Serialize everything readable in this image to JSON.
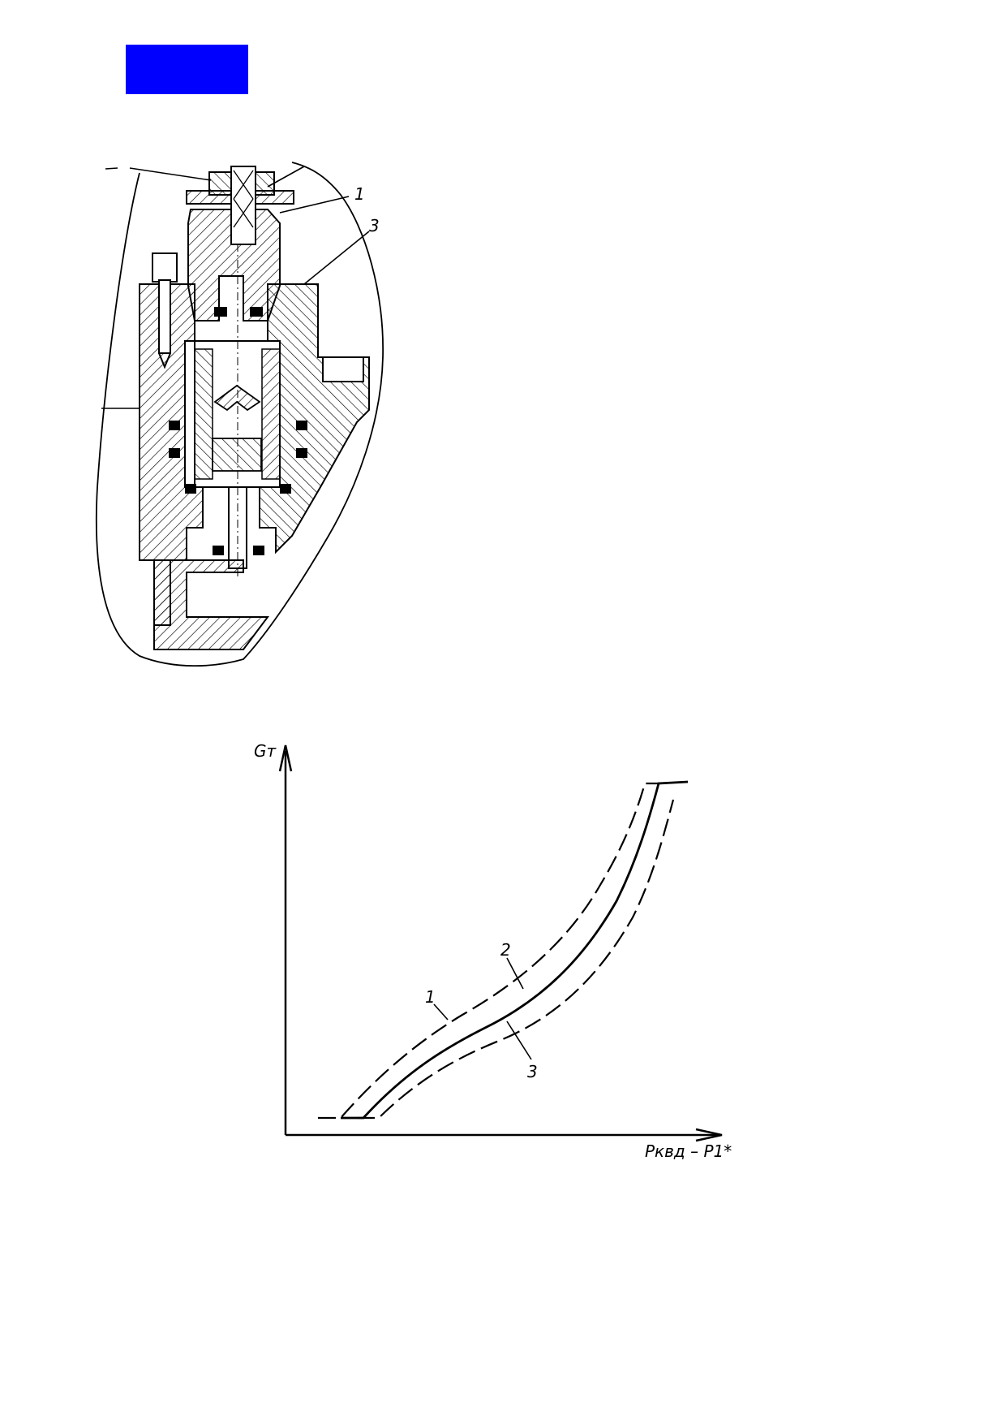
{
  "header_block": {
    "color": "#0000ff"
  },
  "section_drawing": {
    "callouts": [
      {
        "id": "1",
        "label": "1"
      },
      {
        "id": "3",
        "label": "3"
      }
    ]
  },
  "chart_data": {
    "type": "line",
    "title": "",
    "ylabel": "Gт",
    "xlabel": "Pквд – P1*",
    "grid": false,
    "axis_ticks": "none",
    "series": [
      {
        "label": "1",
        "style": "dashed"
      },
      {
        "label": "2",
        "style": "solid"
      },
      {
        "label": "3",
        "style": "dashed"
      }
    ]
  }
}
